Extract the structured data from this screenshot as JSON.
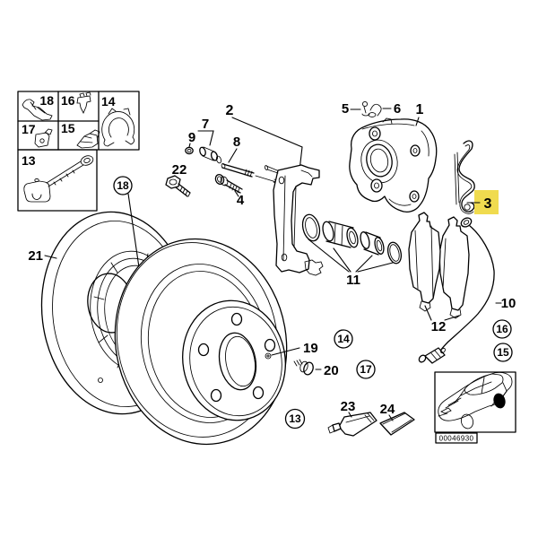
{
  "colors": {
    "highlight": "#F0DB4F",
    "line": "#000000",
    "background": "#FFFFFF"
  },
  "inset_labels": {
    "p18": "18",
    "p16": "16",
    "p14": "14",
    "p17": "17",
    "p15": "15",
    "p13": "13"
  },
  "callouts": {
    "p1": "1",
    "p2": "2",
    "p3": "3",
    "p4": "4",
    "p5": "5",
    "p6": "6",
    "p7": "7",
    "p8": "8",
    "p9": "9",
    "p10": "10",
    "p11": "11",
    "p12": "12",
    "p19": "19",
    "p20": "20",
    "p21": "21",
    "p22": "22",
    "p23": "23",
    "p24": "24"
  },
  "circled_refs": {
    "r13": "13",
    "r14": "14",
    "r15": "15",
    "r16": "16",
    "r17": "17",
    "r18": "18"
  },
  "footer": {
    "image_code": "00046930"
  }
}
